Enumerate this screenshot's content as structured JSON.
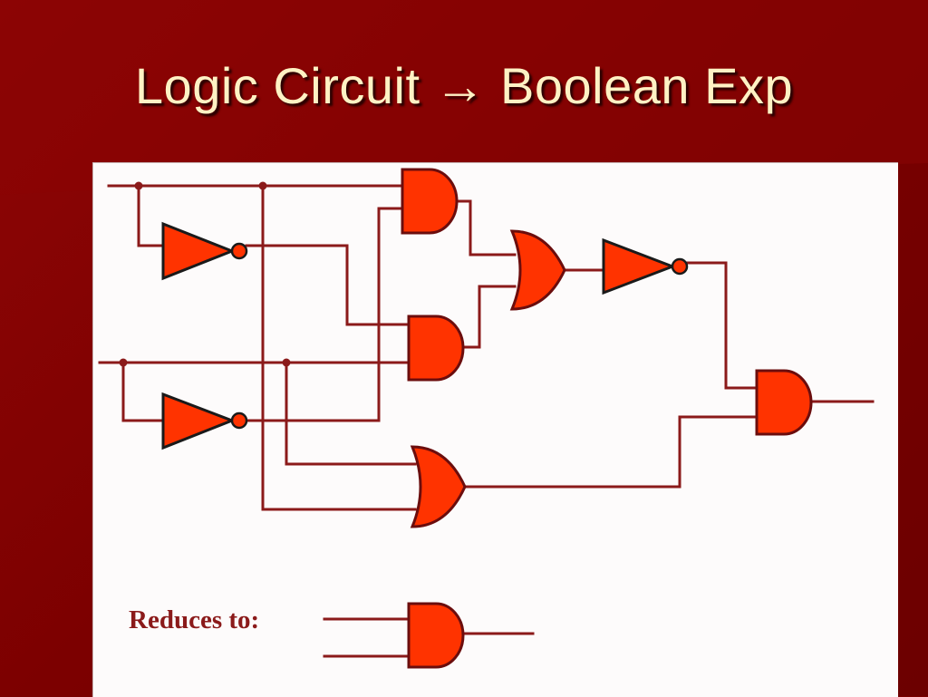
{
  "slide": {
    "title_left": "Logic Circuit",
    "title_arrow": "→",
    "title_right": "Boolean Exp",
    "reduces_label": "Reduces to:"
  },
  "colors": {
    "background": "#7a0000",
    "title_text": "#fff2c4",
    "panel": "#fdfbfb",
    "wire": "#8b1a1a",
    "gate_fill": "#ff3300",
    "gate_stroke": "#6b0d0d",
    "inverter_stroke": "#1a1a1a",
    "label": "#8b1a1a"
  },
  "icons": {
    "and_gate": "and-gate-icon",
    "or_gate": "or-gate-icon",
    "not_gate": "not-gate-icon"
  }
}
